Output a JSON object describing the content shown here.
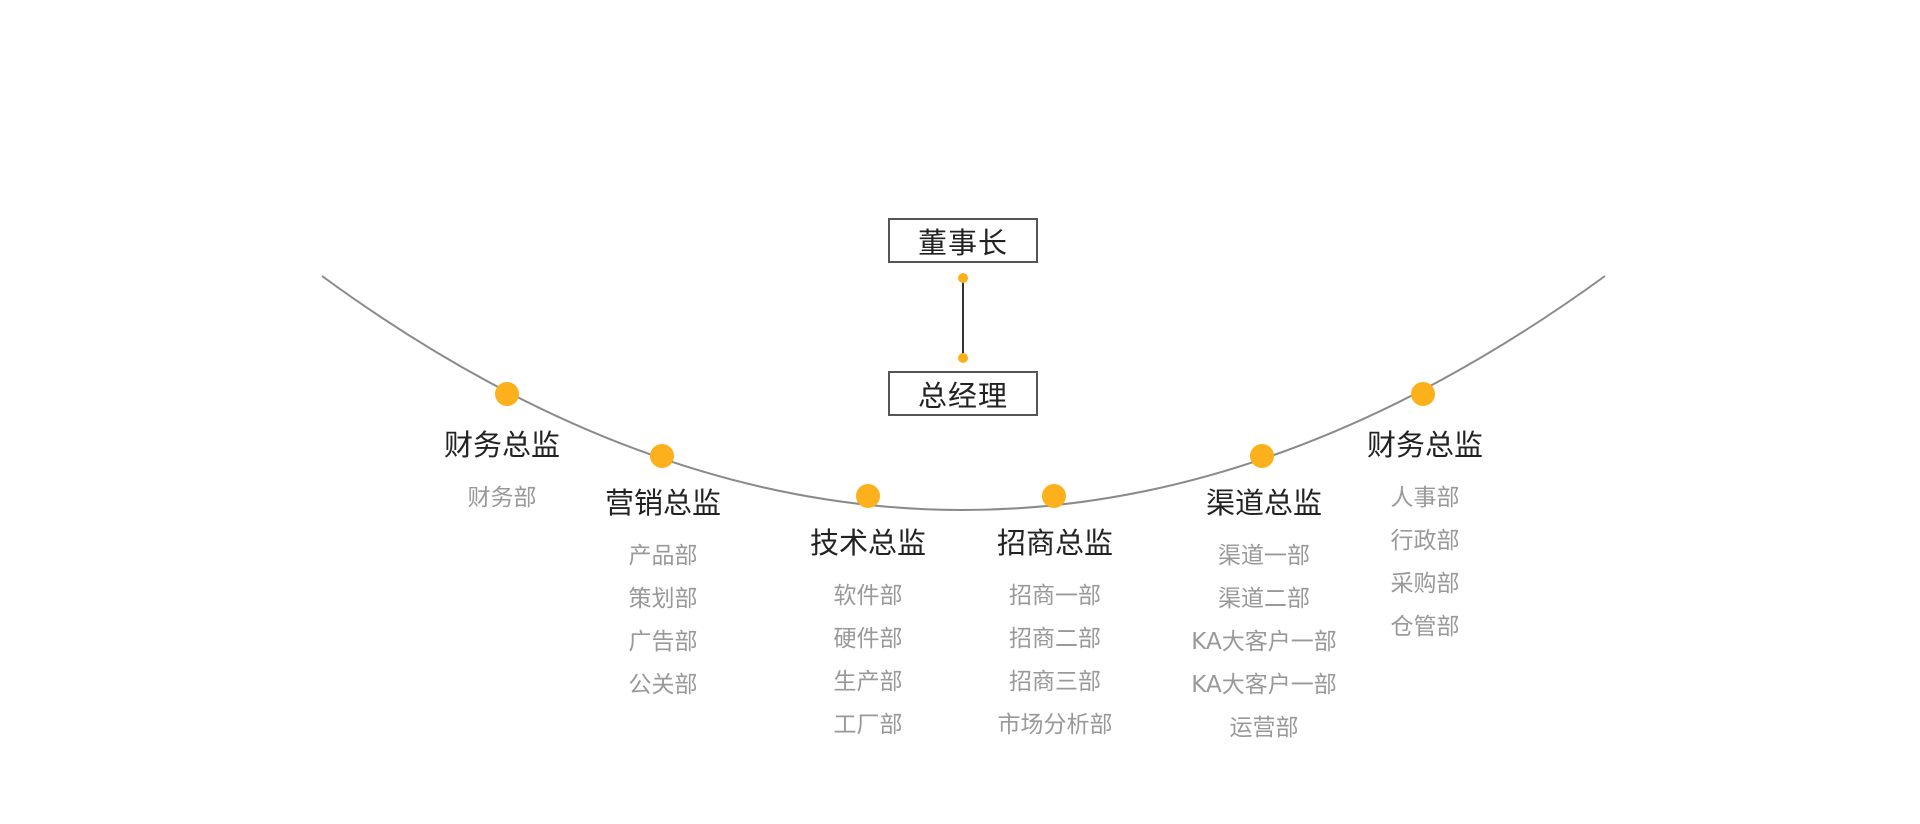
{
  "top": {
    "chairman": "董事长",
    "general_manager": "总经理"
  },
  "branches": [
    {
      "title": "财务总监",
      "departments": [
        "财务部"
      ]
    },
    {
      "title": "营销总监",
      "departments": [
        "产品部",
        "策划部",
        "广告部",
        "公关部"
      ]
    },
    {
      "title": "技术总监",
      "departments": [
        "软件部",
        "硬件部",
        "生产部",
        "工厂部"
      ]
    },
    {
      "title": "招商总监",
      "departments": [
        "招商一部",
        "招商二部",
        "招商三部",
        "市场分析部"
      ]
    },
    {
      "title": "渠道总监",
      "departments": [
        "渠道一部",
        "渠道二部",
        "KA大客户一部",
        "KA大客户一部",
        "运营部"
      ]
    },
    {
      "title": "财务总监",
      "departments": [
        "人事部",
        "行政部",
        "采购部",
        "仓管部"
      ]
    }
  ],
  "colors": {
    "accent": "#FBB01C",
    "curve": "#8A8A8A",
    "box_border": "#555555",
    "title_text": "#222222",
    "department_text": "#999999"
  }
}
